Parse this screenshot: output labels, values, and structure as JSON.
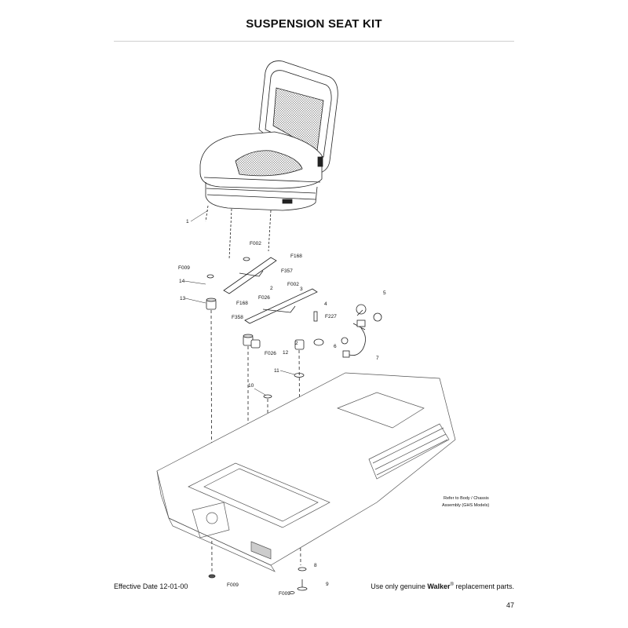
{
  "header": {
    "title": "SUSPENSION SEAT KIT"
  },
  "callouts": {
    "c1": "1",
    "c2a": "2",
    "c2b": "2",
    "c3": "3",
    "c4": "4",
    "c5": "5",
    "c6": "6",
    "c7": "7",
    "c8": "8",
    "c9": "9",
    "c10": "10",
    "c11": "11",
    "c12": "12",
    "c13": "13",
    "c14": "14",
    "f002a": "F002",
    "f002b": "F002",
    "f009a": "F009",
    "f009b": "F009",
    "f009c": "F009",
    "f026a": "F026",
    "f026b": "F026",
    "f168a": "F168",
    "f168b": "F168",
    "f227": "F227",
    "f357": "F357",
    "f358": "F358"
  },
  "note": {
    "line1": "Refer to Body / Chassis",
    "line2": "Assembly (GHS Models)"
  },
  "footer": {
    "effective": "Effective Date 12-01-00",
    "replace_pre": "Use only genuine ",
    "brand": "Walker",
    "reg": "®",
    "replace_post": " replacement parts.",
    "page": "47"
  }
}
